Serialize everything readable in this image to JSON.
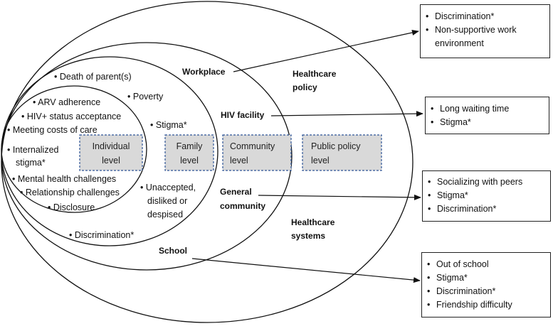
{
  "individual": {
    "items": [
      "ARV adherence",
      "HIV+ status acceptance",
      "Meeting costs of care",
      "Internalized",
      "stigma*",
      "Mental health challenges",
      "Relationship challenges",
      "Disclosure"
    ],
    "level_line1": "Individual",
    "level_line2": "level"
  },
  "family": {
    "items": [
      "Death of parent(s)",
      "Poverty",
      "Stigma*",
      "Unaccepted,",
      "disliked or",
      "despised"
    ],
    "level_line1": "Family",
    "level_line2": "level"
  },
  "community": {
    "items": [
      "Discrimination*"
    ],
    "level_line1": "Community",
    "level_line2": "level",
    "settings": [
      "Workplace",
      "HIV facility",
      "General",
      "community",
      "School"
    ]
  },
  "policy": {
    "level_line1": "Public policy",
    "level_line2": "level",
    "labels": [
      "Healthcare",
      "policy",
      "Healthcare",
      "systems"
    ]
  },
  "boxes": {
    "workplace": [
      "Discrimination*",
      "Non-supportive work",
      "environment"
    ],
    "hiv_facility": [
      "Long waiting time",
      "Stigma*"
    ],
    "general_community": [
      "Socializing with peers",
      "Stigma*",
      "Discrimination*"
    ],
    "school": [
      "Out of school",
      "Stigma*",
      "Discrimination*",
      "Friendship difficulty"
    ]
  }
}
